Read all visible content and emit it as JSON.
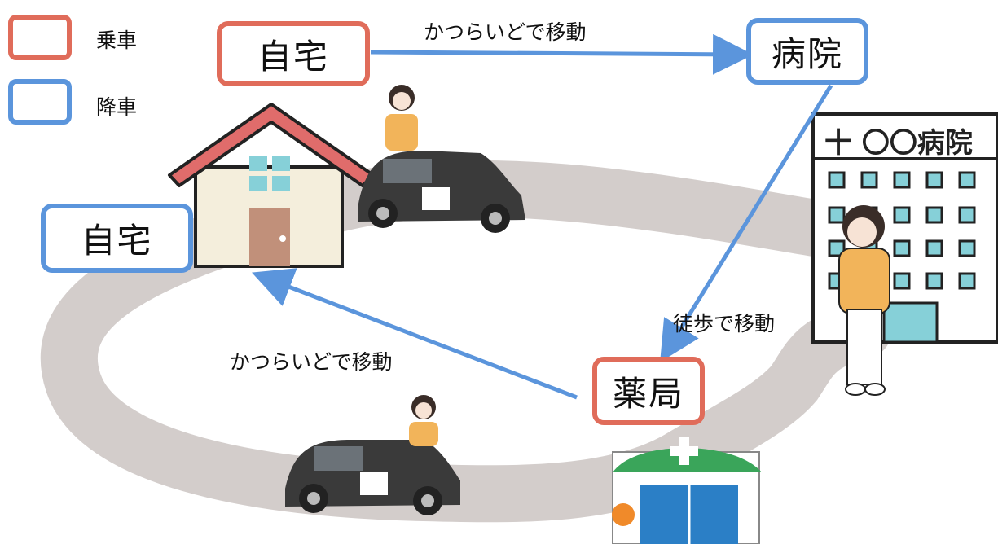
{
  "legend": {
    "items": [
      {
        "label": "乗車",
        "color": "#e06c5a"
      },
      {
        "label": "降車",
        "color": "#5b95dc"
      }
    ]
  },
  "nodes": {
    "home_start": {
      "label": "自宅",
      "role": "乗車"
    },
    "hospital": {
      "label": "病院",
      "role": "降車"
    },
    "pharmacy": {
      "label": "薬局",
      "role": "乗車"
    },
    "home_end": {
      "label": "自宅",
      "role": "降車"
    }
  },
  "edges": [
    {
      "from": "home_start",
      "to": "hospital",
      "label": "かつらいどで移動"
    },
    {
      "from": "hospital",
      "to": "pharmacy",
      "label": "徒歩で移動"
    },
    {
      "from": "pharmacy",
      "to": "home_end",
      "label": "かつらいどで移動"
    }
  ],
  "hospital_sign": "十 〇〇病院",
  "colors": {
    "board": "#e06c5a",
    "alight": "#5b95dc",
    "road": "#d3cdcb",
    "arrow": "#5b95dc"
  }
}
